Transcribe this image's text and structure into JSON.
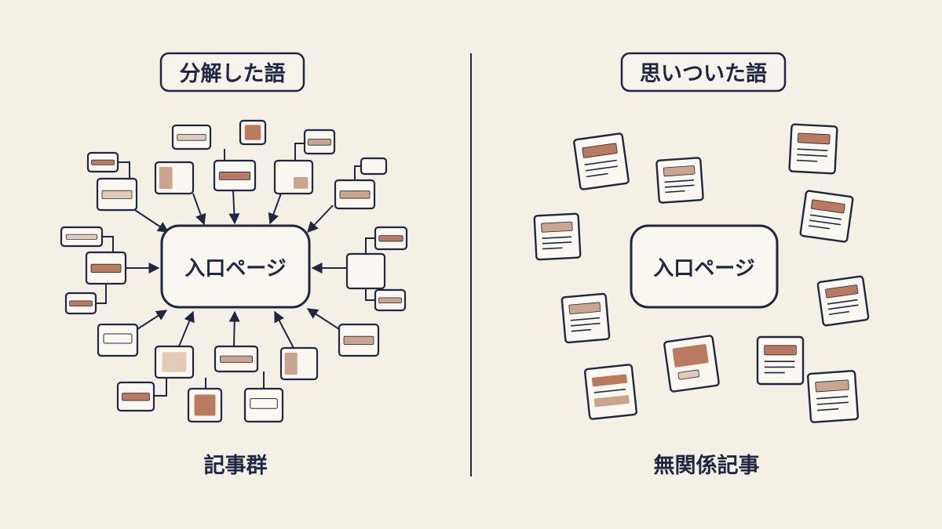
{
  "left": {
    "heading": "分解した語",
    "center_label": "入口ページ",
    "caption": "記事群"
  },
  "right": {
    "heading": "思いついた語",
    "center_label": "入口ページ",
    "caption": "無関係記事"
  },
  "colors": {
    "background": "#f4f0e6",
    "ink": "#1f2742",
    "card_fill": "#fbf8f1",
    "accent_dark": "#b97a5f",
    "accent_mid": "#caa48c",
    "accent_light": "#e2cbb6"
  }
}
